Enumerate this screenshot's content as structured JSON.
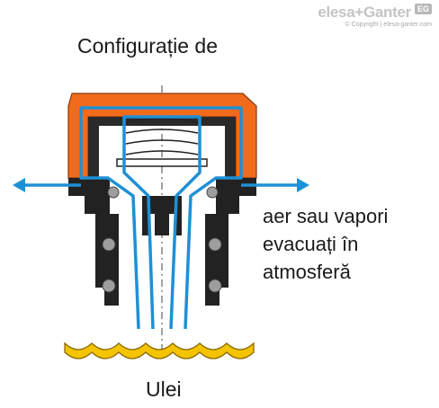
{
  "title": "Configurație de",
  "side_label": {
    "line1": "aer sau vapori",
    "line2": "evacuați în",
    "line3": "atmosferă"
  },
  "bottom_label": "Ulei",
  "brand": {
    "name": "elesa+Ganter",
    "badge": "EG",
    "copyright": "© Copyright | elesa-ganter.com"
  },
  "colors": {
    "cap": "#f26b1d",
    "flow": "#1e90d6",
    "body": "#222222",
    "oil": "#f5c400",
    "seal": "#9e9e9e"
  }
}
